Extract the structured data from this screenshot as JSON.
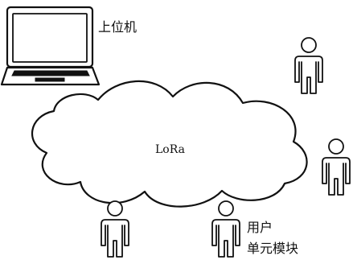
{
  "labels": {
    "host_computer": "上位机",
    "network": "LoRa",
    "user_unit_line1": "用户",
    "user_unit_line2": "单元模块"
  },
  "icons": {
    "computer": "laptop-icon",
    "network": "cloud-icon",
    "user": "person-icon"
  },
  "colors": {
    "stroke": "#111111",
    "background": "#ffffff"
  }
}
